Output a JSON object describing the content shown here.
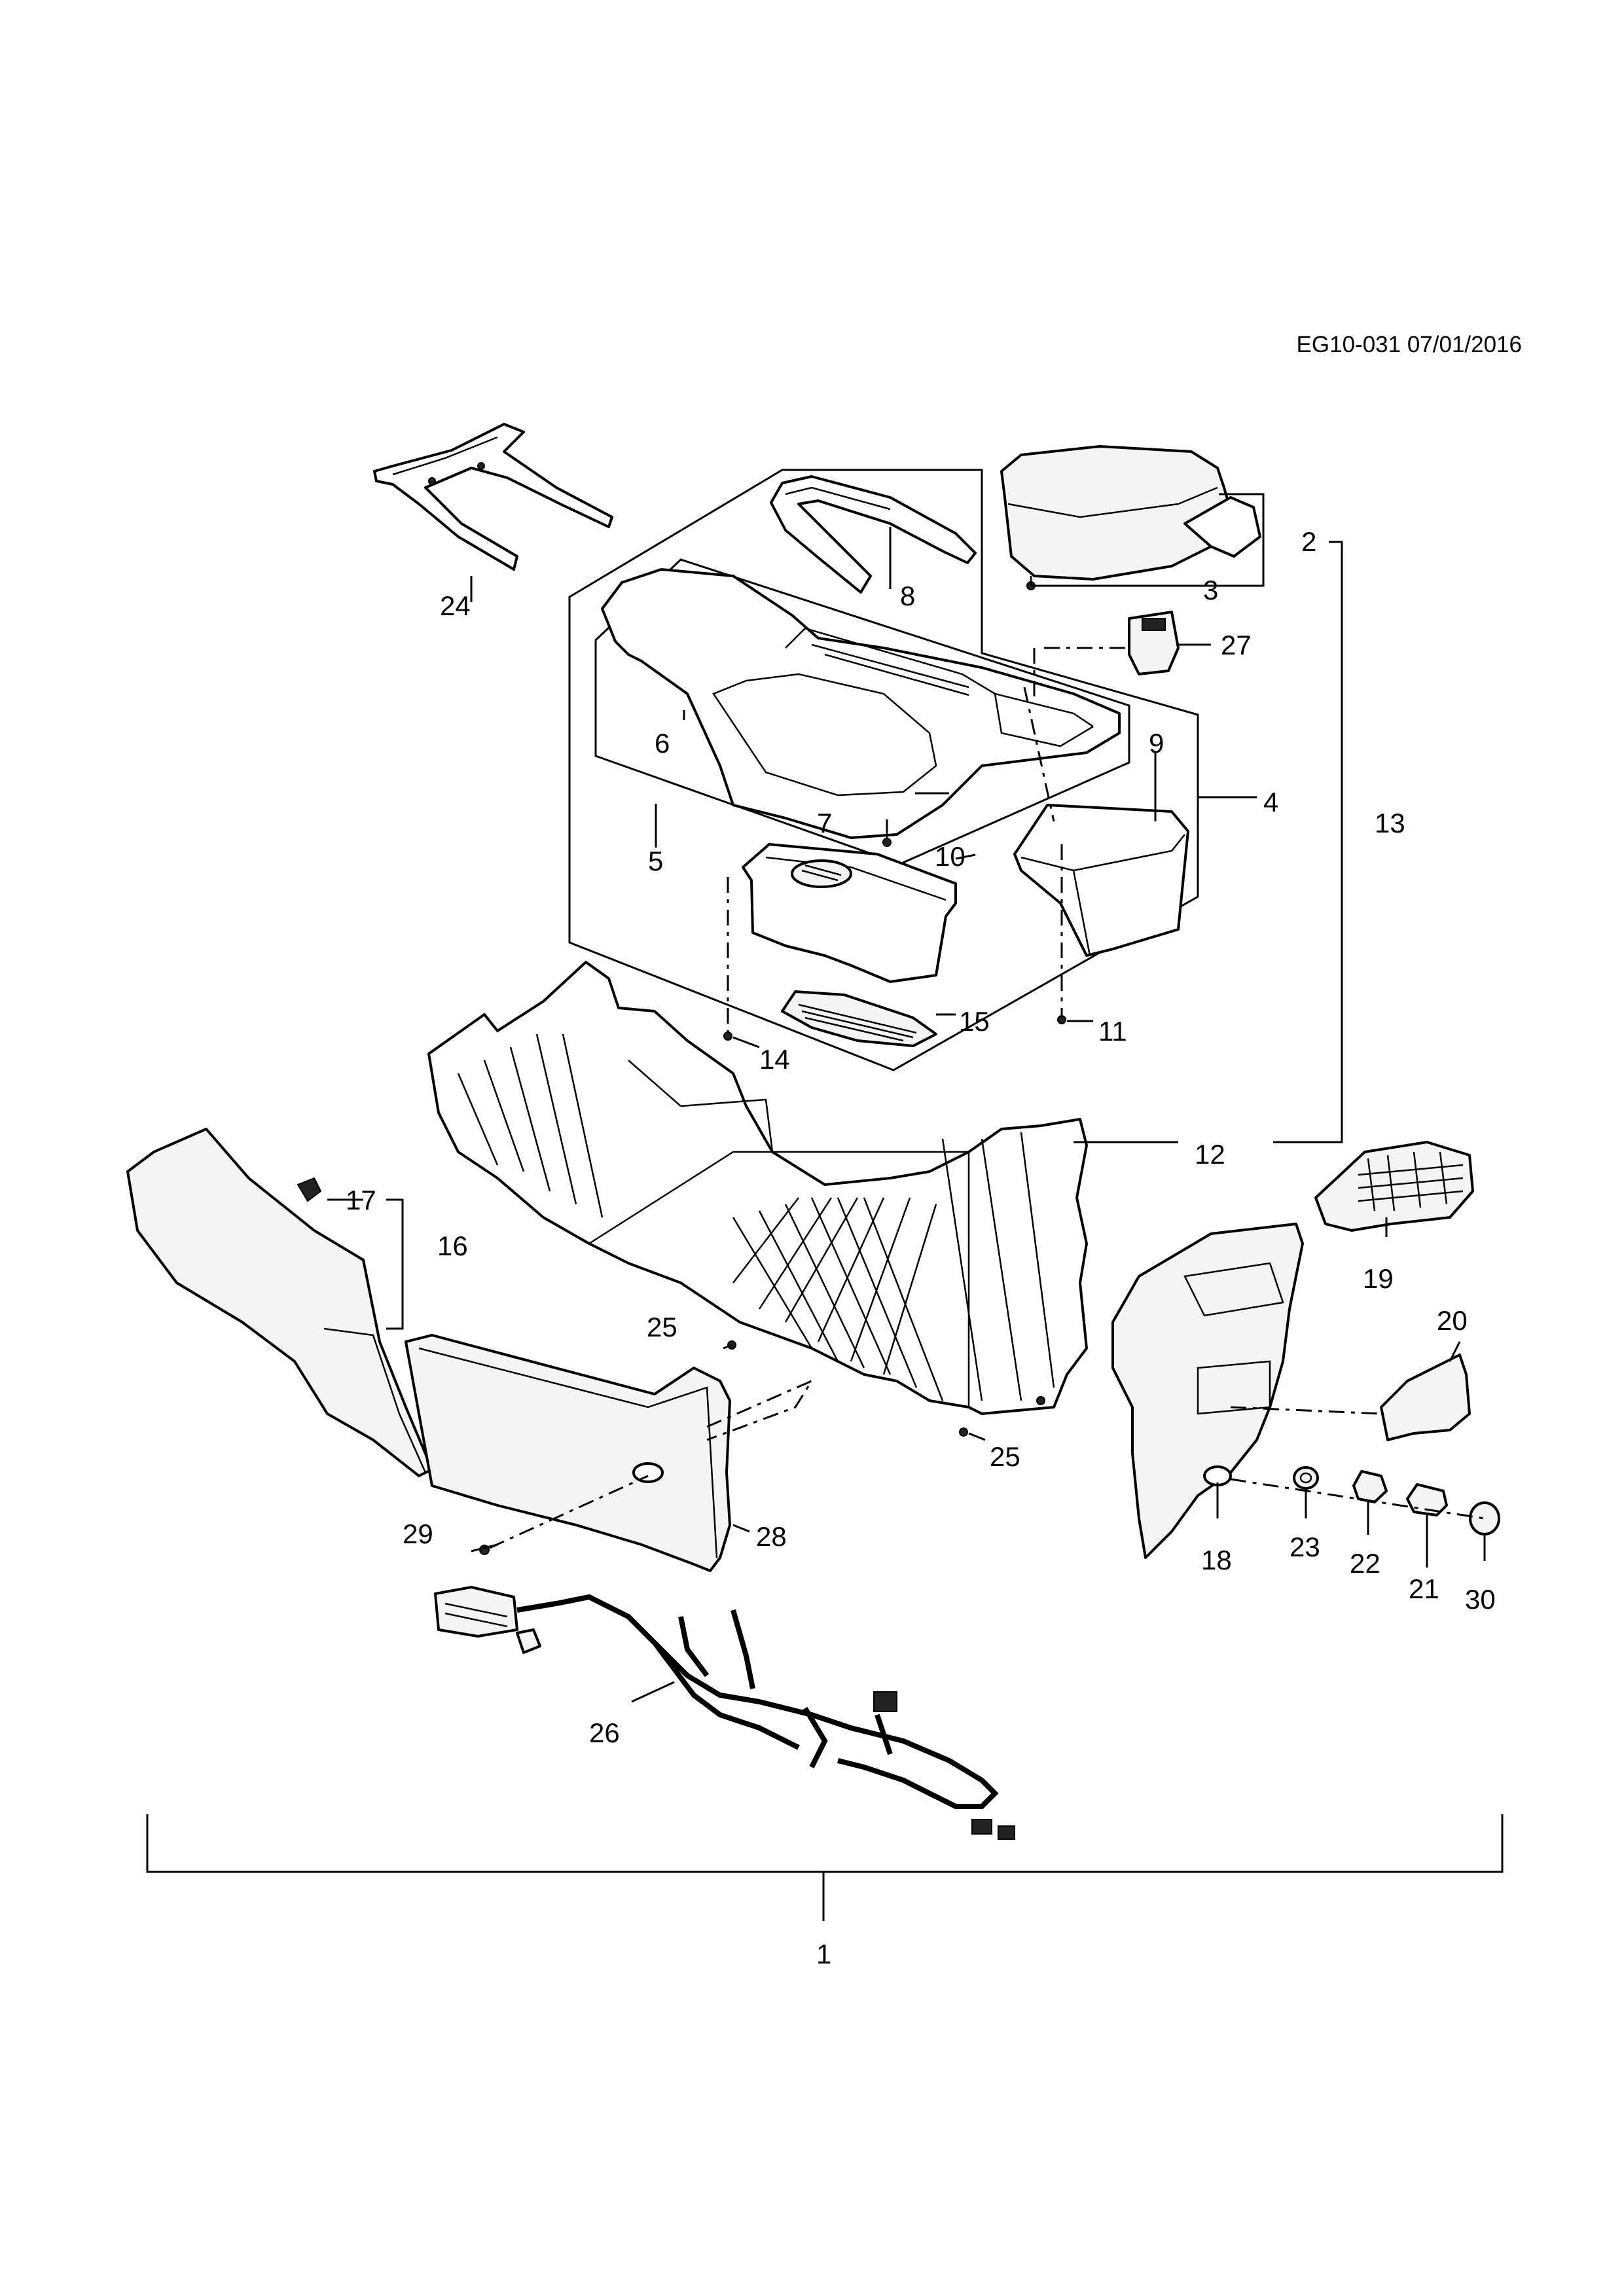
{
  "header": {
    "doc_ref": "EG10-031 07/01/2016"
  },
  "callouts": {
    "c1": "1",
    "c2": "2",
    "c3": "3",
    "c4": "4",
    "c5": "5",
    "c6": "6",
    "c7": "7",
    "c8": "8",
    "c9": "9",
    "c10": "10",
    "c11": "11",
    "c12": "12",
    "c13": "13",
    "c14": "14",
    "c15": "15",
    "c16": "16",
    "c17": "17",
    "c18": "18",
    "c19": "19",
    "c20": "20",
    "c21": "21",
    "c22": "22",
    "c23": "23",
    "c24": "24",
    "c25a": "25",
    "c25b": "25",
    "c26": "26",
    "c27": "27",
    "c28": "28",
    "c29": "29",
    "c30": "30"
  }
}
